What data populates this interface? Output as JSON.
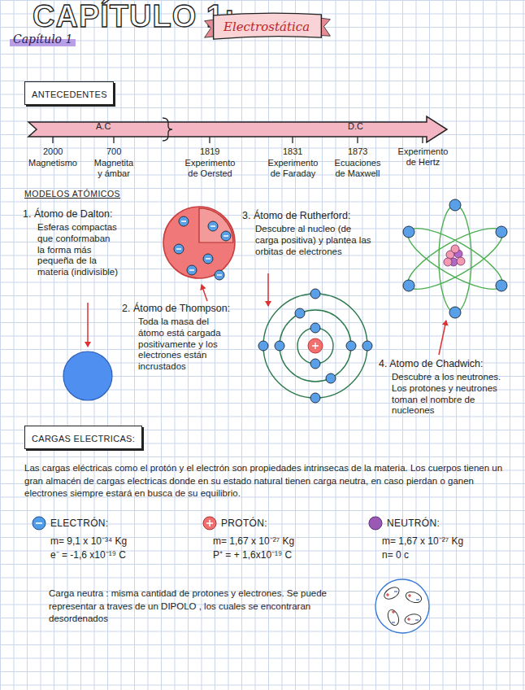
{
  "diagram": {
    "title": "CAPÍTULO 1:",
    "nodes": [
      {
        "text": [
          "Electrostática"
        ]
      },
      {
        "text": [
          "ANTECEDENTES"
        ]
      },
      {
        "text": [
          "CARGAS ELECTRICAS:"
        ]
      }
    ],
    "labels": [
      "Capítulo 1",
      "A.C",
      "D.C",
      "2000",
      "Magnetismo",
      "700",
      "Magnetita y ámbar",
      "1819",
      "Experimento de Oersted",
      "1831",
      "Experimento de Faraday",
      "1873",
      "Ecuaciones de Maxwell",
      "Experimento de Hertz",
      "MODELOS ATÓMICOS",
      "1. Átomo de Dalton:",
      "Esferas compactas que conformaban la forma más pequeña de la materia (indivisible)",
      "2. Átomo de Thompson:",
      "Toda la masa del átomo está cargada positivamente y los electrones están incrustados",
      "3. Átomo de Rutherford:",
      "Descubre al nucleo (de carga positiva) y plantea las orbitas de electrones",
      "4. Atomo de Chadwich:",
      "Descubre a los neutrones. Los protones y neutrones toman el nombre de nucleones",
      "Las cargas eléctricas como el protón y el electrón son propiedades intrinsecas de la materia. Los cuerpos tienen un gran almacén de cargas electricas donde en su estado natural tienen carga neutra, en caso pierdan o ganen electrones siempre estará en busca de su equilibrio.",
      "ELECTRÓN:",
      "m= 9,1 x 10⁻³⁴ Kg",
      "e⁻ = -1,6 x10⁻¹⁹ C",
      "PROTÓN:",
      "m= 1,67 x 10⁻²⁷ Kg",
      "P⁺ = + 1,6x10⁻¹⁹ C",
      "NEUTRÓN:",
      "m= 1,67 x 10⁻²⁷ Kg",
      "n= 0 c",
      "Carga neutra : misma cantidad de protones y electrones. Se puede representar a traves de un DIPOLO , los cuales se encontraran desordenados"
    ]
  }
}
